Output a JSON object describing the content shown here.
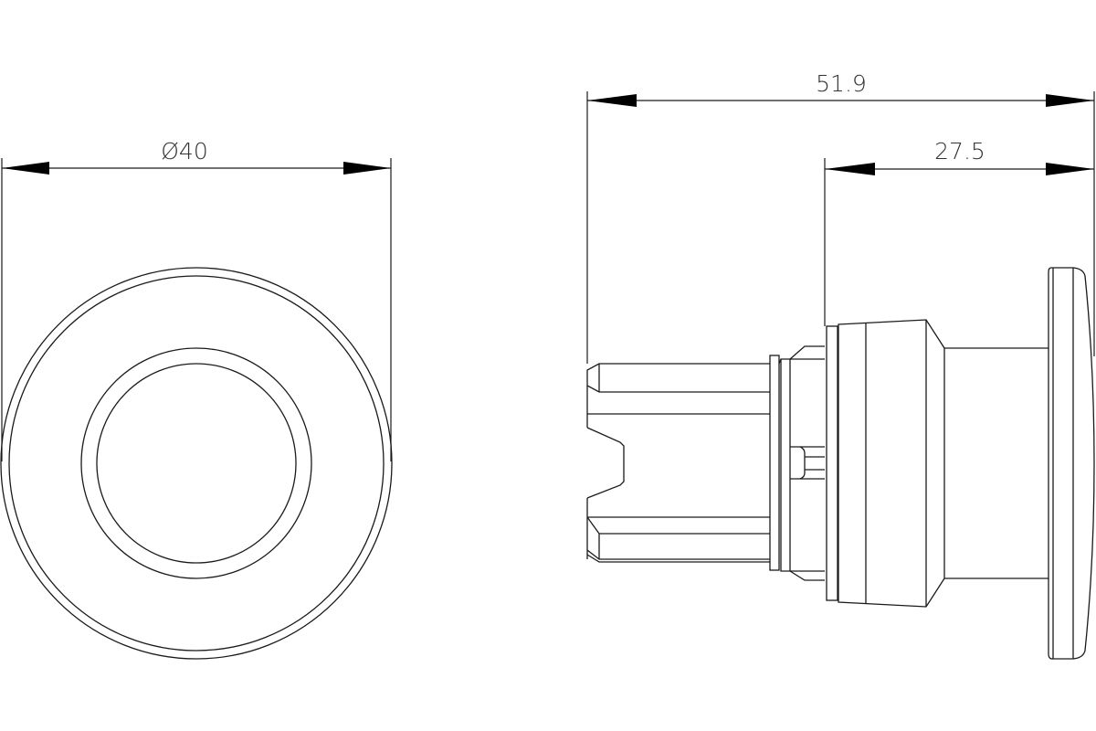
{
  "drawing": {
    "line_color": "#1a1a1a",
    "background": "#ffffff",
    "dimensions": {
      "front_diameter": "Ø40",
      "overall_length": "51.9",
      "front_length": "27.5"
    }
  }
}
